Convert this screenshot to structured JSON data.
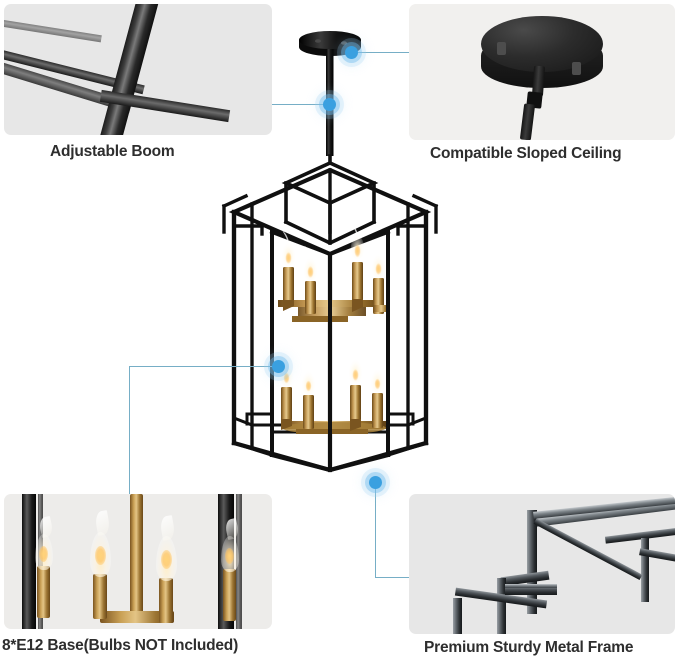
{
  "product": {
    "name": "8-light lantern chandelier",
    "colors": {
      "frame_black": "#111111",
      "accent_gold": "#c7a055",
      "connector_blue": "#3aa0e0",
      "connector_line": "#76aec6",
      "panel_background": "#e7e7e7",
      "caption_text": "#2e2e2e",
      "page_background": "#ffffff"
    },
    "bulb_tiers": 2,
    "bulbs_per_tier": 4,
    "bulb_total": 8
  },
  "features": [
    {
      "id": "adjustable-boom",
      "caption": "Adjustable Boom",
      "photo_alt": "close-up of black adjustable boom rod",
      "position": "top-left"
    },
    {
      "id": "compatible-sloped-ceiling",
      "caption": "Compatible Sloped Ceiling",
      "photo_alt": "black round ceiling canopy mounted on sloped ceiling",
      "position": "top-right"
    },
    {
      "id": "e12-base",
      "caption": "8*E12 Base(Bulbs NOT Included)",
      "photo_alt": "four gold candelabra sockets with flame-tip bulbs",
      "position": "bottom-left"
    },
    {
      "id": "premium-metal-frame",
      "caption": "Premium Sturdy Metal Frame",
      "photo_alt": "close-up of welded square metal frame corners",
      "position": "bottom-right"
    }
  ],
  "callouts": [
    {
      "id": "callout-boom",
      "target": "downrod",
      "feature": "adjustable-boom"
    },
    {
      "id": "callout-canopy",
      "target": "canopy",
      "feature": "compatible-sloped-ceiling"
    },
    {
      "id": "callout-bulb",
      "target": "bulb-socket",
      "feature": "e12-base"
    },
    {
      "id": "callout-frame",
      "target": "cage-base",
      "feature": "premium-metal-frame"
    }
  ]
}
